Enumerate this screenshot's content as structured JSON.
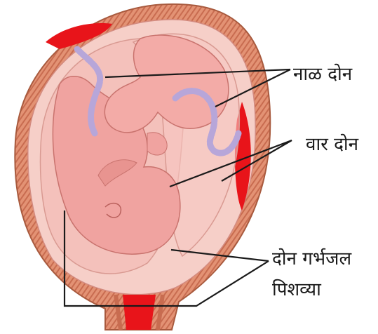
{
  "labels": {
    "umbilical_cords": "नाळ दोन",
    "placentas": "वार दोन",
    "amniotic_fluid": "दोन गर्भजल",
    "sacs": "पिशव्या"
  },
  "colors": {
    "uterine_wall": "#e08a6a",
    "wall_stripe": "#c66a4e",
    "placenta_red": "#e8141a",
    "sac_interior": "#f4c4bd",
    "fetus": "#f0a3a0",
    "cord": "#b7a6d9",
    "leader_line": "#1a1a1a"
  }
}
